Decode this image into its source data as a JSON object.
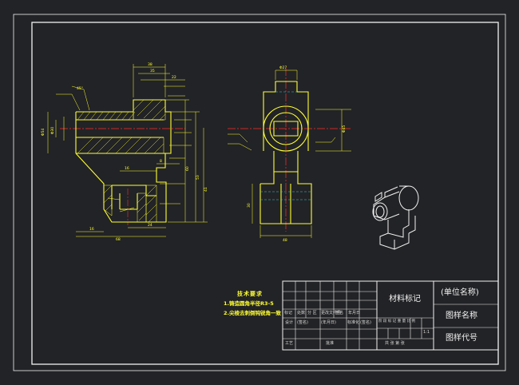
{
  "drawing": {
    "colors": {
      "background": "#222326",
      "border": "#f2f2f2",
      "outline": "#ffff33",
      "centerline": "#ff2b2b",
      "hatch": "#ffff33",
      "hidden": "#2fd1d1",
      "isometric": "#f2f2f2"
    }
  },
  "tech_requirements": {
    "title": "技术要求",
    "items": [
      "1.铸造圆角半径R3-5",
      "2.尖棱去刺倒钝锐角一致"
    ]
  },
  "title_block": {
    "material": "材料标记",
    "unit_name": "(单位名称)",
    "drawing_name": "图样名称",
    "drawing_code": "图样代号",
    "row_labels": {
      "biaoji": "标记",
      "chushu": "处数",
      "fenqu": "分 区",
      "wenjian": "更改文件号",
      "qianming": "签名",
      "nianyue": "年月日",
      "sheji": "设计",
      "gongyi": "工艺",
      "pizhun": "批准",
      "qianming_paren": "(签名)",
      "nianyueri_paren": "(年月日)",
      "biaozhunhua": "标准化"
    },
    "stage_labels": "阶 段 标 记   重 量   比 例",
    "scale": "1:1",
    "sheet_labels": "共  张  第  张"
  }
}
